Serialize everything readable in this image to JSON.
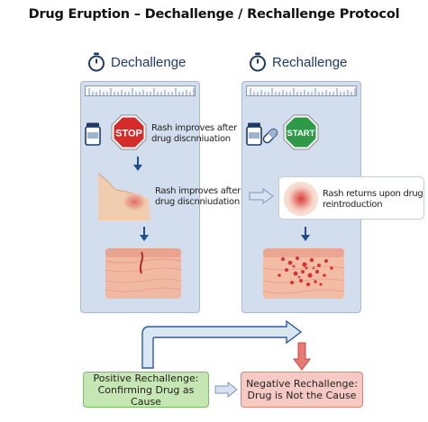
{
  "title": "Drug Eruption – Dechallenge / Rechallenge Protocol",
  "dechallenge": {
    "heading": "Dechallenge",
    "stop_sign": "STOP",
    "step1_text": [
      "Rash improves after",
      "drug discnniuation"
    ],
    "step2_text": [
      "Rash improves after",
      "drug discnniudation"
    ]
  },
  "rechallenge": {
    "heading": "Rechallenge",
    "start_sign": "START",
    "step2_text": [
      "Rash returns upon drug",
      "reintroduction"
    ]
  },
  "outcomes": {
    "positive": [
      "Positive Rechallenge:",
      "Confirming Drug as Cause"
    ],
    "negative": [
      "Negative Rechallenge:",
      "Drug is Not the Cause"
    ]
  },
  "colors": {
    "panel_bg": "#d2deed",
    "heading_blue": "#1d3a66",
    "stop_red": "#d62b2b",
    "start_green": "#2e9a47",
    "positive_bg": "#c6e6b3",
    "negative_bg": "#f6c9c4",
    "arrow_blue": "#1e4e8c"
  },
  "icons": [
    "stopwatch-icon",
    "pill-bottle-icon",
    "capsule-icon",
    "stop-sign-icon",
    "start-sign-icon"
  ]
}
